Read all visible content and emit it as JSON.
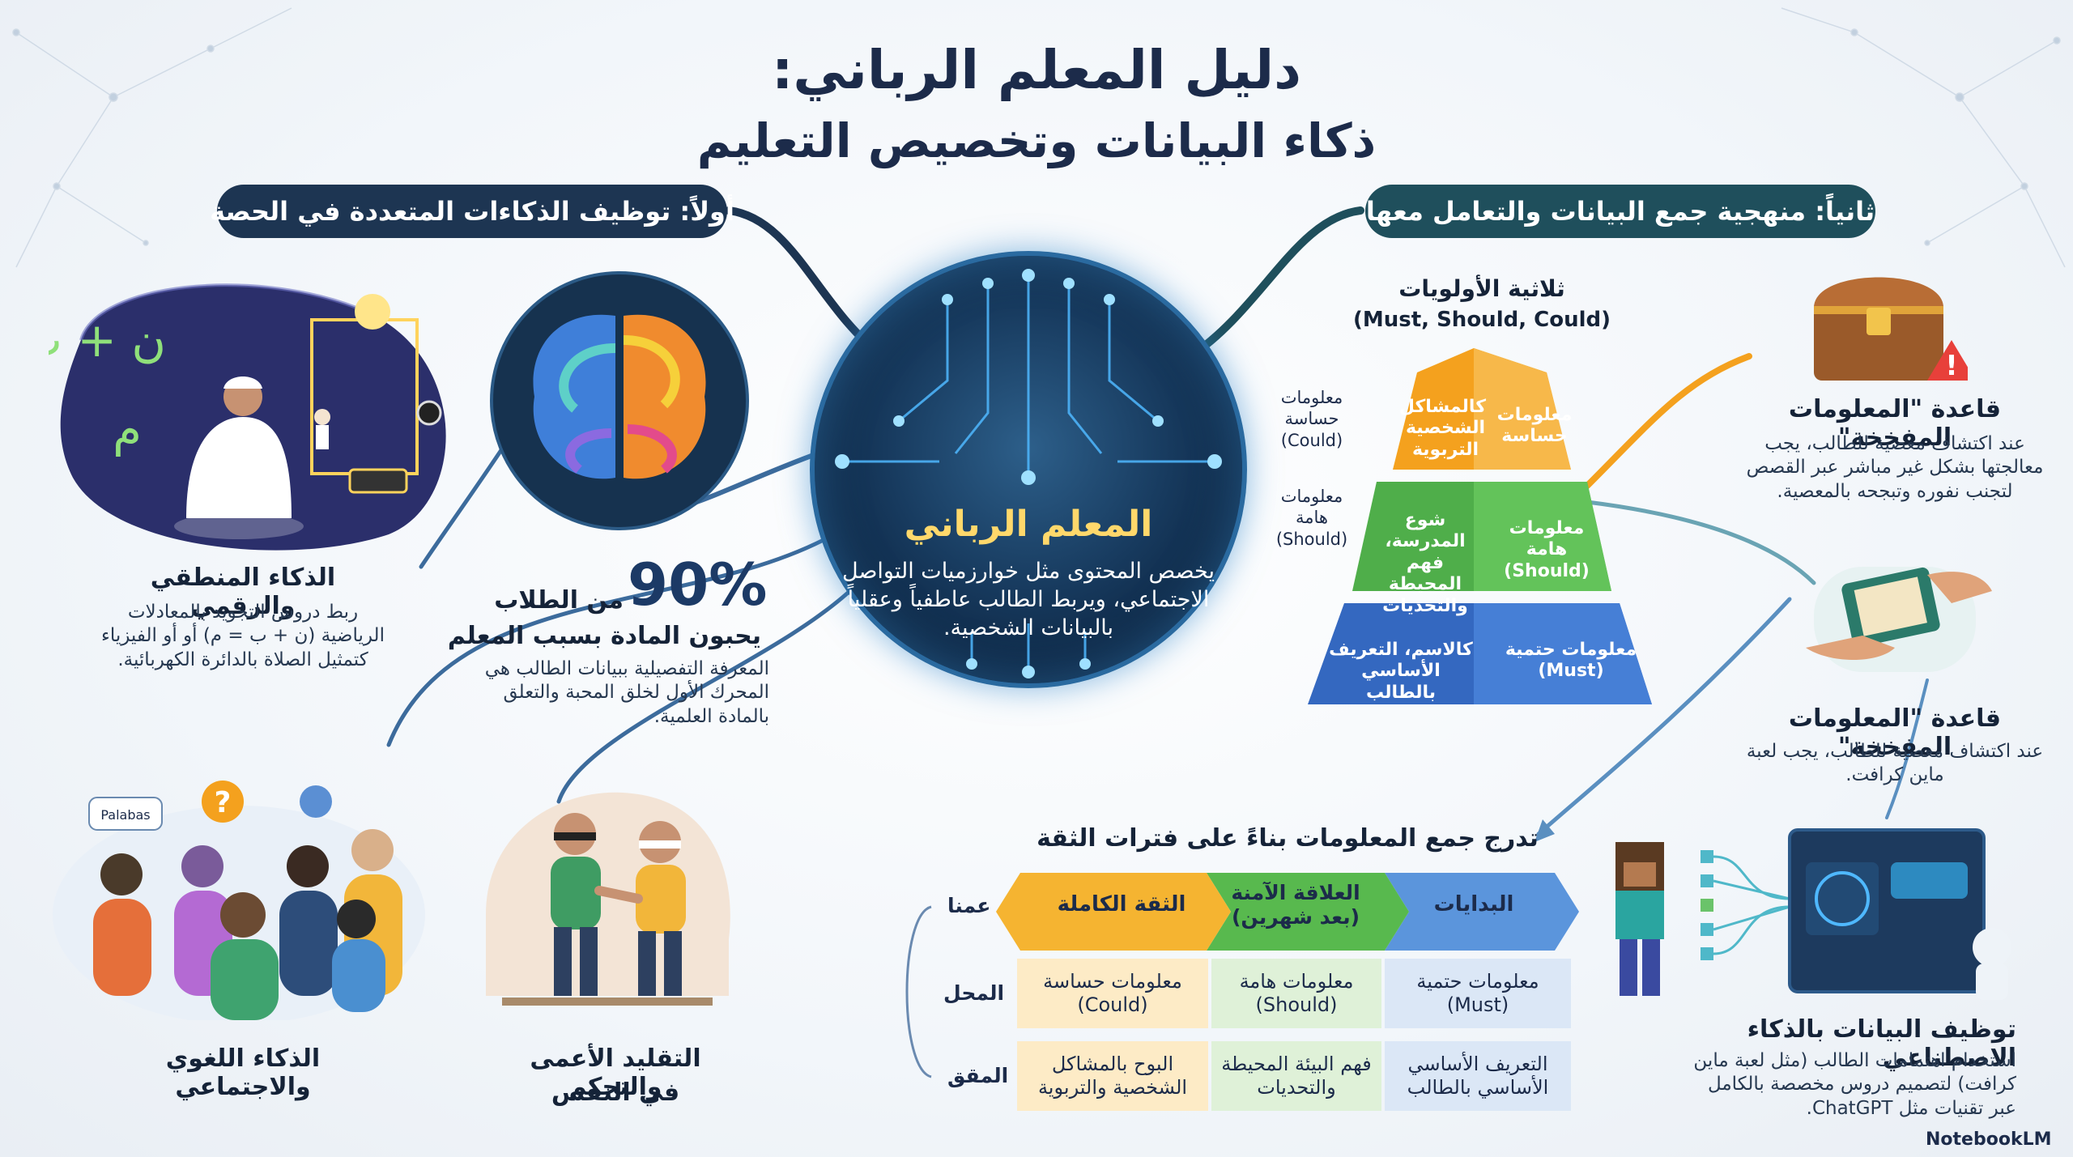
{
  "header": {
    "title_line1": "دليل المعلم الرباني:",
    "title_line2": "ذكاء البيانات وتخصيص التعليم"
  },
  "section1": {
    "pill": "أولاً: توظيف الذكاءات المتعددة في الحصة",
    "logical": {
      "title": "الذكاء المنطقي والرقمي",
      "body": "ربط دروس التجويد بالمعادلات الرياضية (ن + ب = م) أو أو الفيزياء كتمثيل الصلاة بالدائرة الكهربائية.",
      "equation": "ن + ب = م",
      "eq_result": "م"
    },
    "stat": {
      "value": "90%",
      "line1": "من الطلاب",
      "line2": "يحبون المادة بسبب المعلم",
      "body": "المعرفة التفصيلية ببيانات الطالب هي المحرك الأول لخلق المحبة والتعلق بالمادة العلمية."
    },
    "linguistic": {
      "title": "الذكاء اللغوي والاجتماعي",
      "bubble": "Palabas"
    },
    "blind": {
      "title_line1": "التقليد الأعمى والتحكم",
      "title_line2": "في النفس"
    }
  },
  "center": {
    "title": "المعلم الرباني",
    "body": "يخصص المحتوى مثل خوارزميات التواصل الاجتماعي، ويربط الطالب عاطفياً وعقلياً بالبيانات الشخصية."
  },
  "section2": {
    "pill": "ثانياً: منهجية جمع البيانات والتعامل معها",
    "pyramid": {
      "title_line1": "ثلاثية الأولويات",
      "title_line2": "(Must, Should, Could)",
      "top_left": "كالمشاكل الشخصية التربوية",
      "top_right": "معلومات حساسة",
      "mid_left": "شوع المدرسة، فهم المحيطة والتحديات",
      "mid_right": "معلومات هامة (Should)",
      "bot_left": "كالاسم، التعريف الأساسي بالطالب",
      "bot_right": "معلومات حتمية (Must)",
      "side_top": "معلومات حساسة (Could)",
      "side_mid": "معلومات هامة (Should)"
    },
    "rule1": {
      "title": "قاعدة \"المعلومات المفخخة\"",
      "body": "عند اكتشاف معصية للطالب، يجب معالجتها بشكل غير مباشر عبر القصص لتجنب نفوره وتبجحه بالمعصية."
    },
    "rule2": {
      "title": "قاعدة \"المعلومات المفخخة\"",
      "body": "عند اكتشاف معصية للطالب، يجب لعبة ماين كرافت."
    },
    "ai": {
      "title": "توظيف البيانات بالذكاء الاصطناعي",
      "body": "استخدام اهتمامات الطالب (مثل لعبة ماين كرافت) لتصميم دروس مخصصة بالكامل عبر تقنيات مثل ChatGPT."
    },
    "timeline": {
      "title": "تدرج جمع المعلومات بناءً على فترات الثقة",
      "stages": [
        "البدايات",
        "العلاقة الآمنة (بعد شهرين)",
        "الثقة الكاملة"
      ],
      "row_labels": [
        "عمنا",
        "المحل",
        "المقق"
      ],
      "row2": [
        "معلومات حتمية (Must)",
        "معلومات هامة (Should)",
        "معلومات حساسة (Could)"
      ],
      "row3": [
        "التعريف الأساسي الأساسي بالطالب",
        "فهم البيئة المحيطة والتحديات",
        "البوح بالمشاكل الشخصية والتربوية"
      ]
    }
  },
  "brand": "NotebookLM",
  "colors": {
    "navy": "#1d3552",
    "teal": "#1f4f5c",
    "gold": "#f5b431",
    "green": "#58b94e",
    "blue": "#3c74c8",
    "orange": "#f4a11e"
  }
}
